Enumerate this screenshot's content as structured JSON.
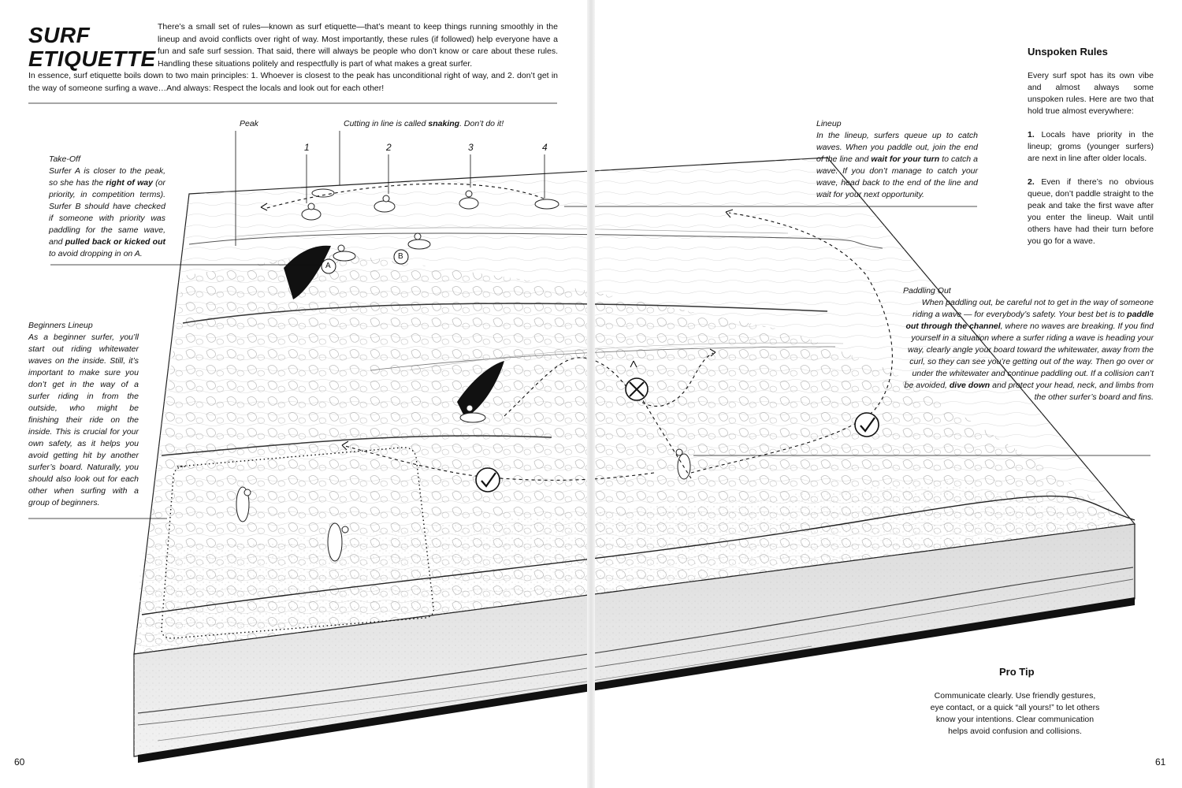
{
  "left_page": {
    "title_line1": "SURF",
    "title_line2": "ETIQUETTE",
    "intro_p1": "There’s a small set of rules—known as surf etiquette—that’s meant to keep things running smoothly in the lineup and avoid conflicts over right of way. Most importantly, these rules (if followed) help everyone have a fun and safe surf session. That said, there will always be people who don’t know or care about these rules. Handling these situations politely and respectfully is part of what makes a great surfer.",
    "intro_p2": "In essence, surf etiquette boils down to two main principles: 1. Whoever is closest to the peak has unconditional right of way, and 2. don’t get in the way of someone surfing a wave…And always: Respect the locals and look out for each other!",
    "peak_label": "Peak",
    "snaking_text": "Cutting in line is called ",
    "snaking_word": "snaking",
    "snaking_tail": ". Don’t do it!",
    "queue_numbers": [
      "1",
      "2",
      "3",
      "4"
    ],
    "takeoff_heading": "Take-Off",
    "takeoff_text_a": "Surfer A is closer to the peak, so she has the ",
    "takeoff_bold1": "right of way",
    "takeoff_text_b": " (or priority, in competition terms). Surfer B should have checked if someone with priority was paddling for the same wave, and ",
    "takeoff_bold2": "pulled back or kicked out",
    "takeoff_text_c": " to avoid dropping in on A.",
    "surfer_a": "A",
    "surfer_b": "B",
    "beginners_heading": "Beginners Lineup",
    "beginners_text": "As a beginner surfer, you’ll start out riding whitewater waves on the inside. Still, it’s important to make sure you don’t get in the way of a surfer riding in from the outside, who might be finishing their ride on the inside. This is crucial for your own safety, as it helps you avoid getting hit by another surfer’s board. Naturally, you should also look out for each other when surfing with a group of beginners.",
    "page_number": "60"
  },
  "right_page": {
    "lineup_heading": "Lineup",
    "lineup_text_a": "In the lineup, surfers queue up to catch waves. When you paddle out, join the end of the line and ",
    "lineup_bold": "wait for your turn",
    "lineup_text_b": " to catch a wave. If you don’t manage to catch your wave, head back to the end of the line and wait for your next opportunity.",
    "paddling_heading": "Paddling Out",
    "paddling_text_a": "When paddling out, be careful not to get in the way of someone riding a wave — for everybody’s safety. Your best bet is to ",
    "paddling_bold1": "paddle out through the channel",
    "paddling_text_b": ", where no waves are breaking. If you find yourself in a situation where a surfer riding a wave is heading your way, clearly angle your board toward the whitewater, away from the curl, so they can see you’re getting out of the way. Then go over or under the whitewater and continue paddling out. If a collision can’t be avoided, ",
    "paddling_bold2": "dive down",
    "paddling_text_c": " and protect your head, neck, and limbs from the other surfer’s board and fins.",
    "unspoken_heading": "Unspoken Rules",
    "unspoken_intro": "Every surf spot has its own vibe and almost always some unspoken rules. Here are two that hold true almost everywhere:",
    "rule1_num": "1.",
    "rule1_text": " Locals have priority in the lineup; groms (younger surfers) are next in line after older locals.",
    "rule2_num": "2.",
    "rule2_text": " Even if there’s no obvious queue, don’t paddle straight to the peak and take the first wave after you enter the lineup. Wait until others have had their turn before you go for a wave.",
    "protip_heading": "Pro Tip",
    "protip_text": "Communicate clearly. Use friendly gestures, eye contact, or a quick “all yours!” to let others know your intentions. Clear communication helps avoid confusion and collisions.",
    "page_number": "61"
  }
}
